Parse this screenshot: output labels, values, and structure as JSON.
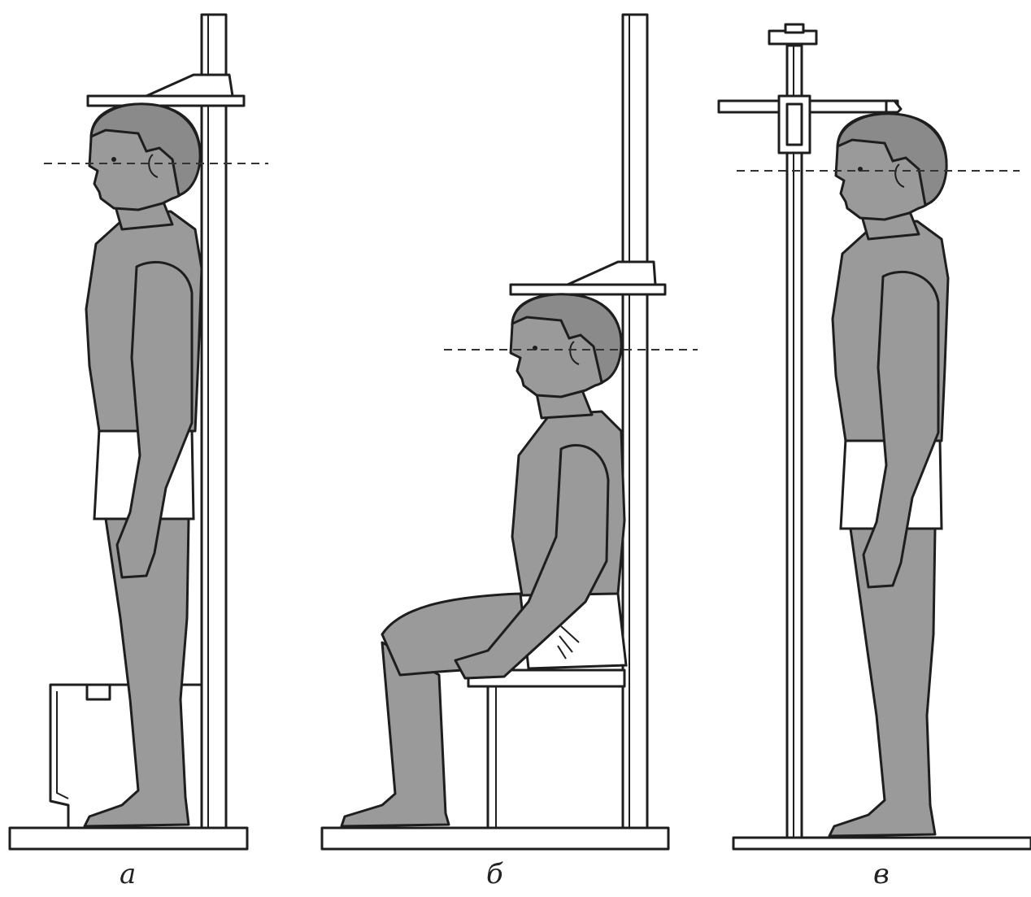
{
  "figure": {
    "panels": [
      {
        "id": "a",
        "caption": "а"
      },
      {
        "id": "b",
        "caption": "б"
      },
      {
        "id": "v",
        "caption": "в"
      }
    ]
  }
}
